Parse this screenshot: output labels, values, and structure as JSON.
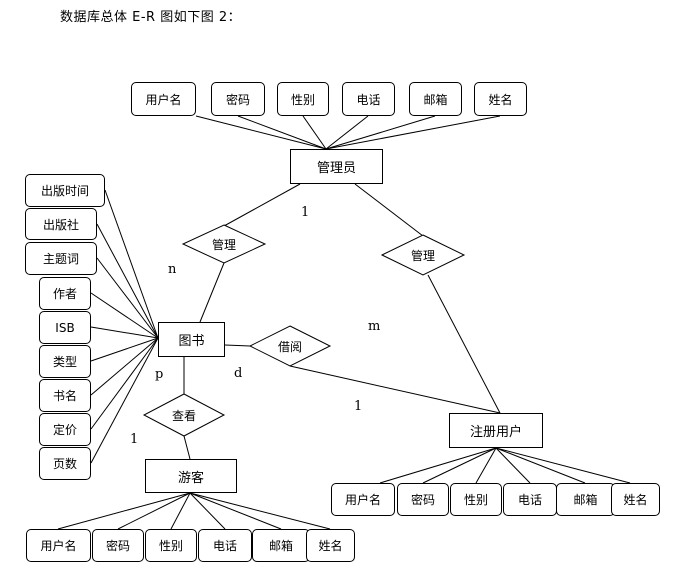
{
  "caption": "数据库总体 E-R 图如下图 2：",
  "entities": {
    "admin": "管理员",
    "book": "图书",
    "visitor": "游客",
    "user": "注册用户"
  },
  "relationships": {
    "manage_book": "管理",
    "manage_user": "管理",
    "borrow": "借阅",
    "view": "查看"
  },
  "admin_attrs": [
    "用户名",
    "密码",
    "性别",
    "电话",
    "邮箱",
    "姓名"
  ],
  "book_attrs": [
    "出版时间",
    "出版社",
    "主题词",
    "作者",
    "ISB",
    "类型",
    "书名",
    "定价",
    "页数"
  ],
  "visitor_attrs": [
    "用户名",
    "密码",
    "性别",
    "电话",
    "邮箱",
    "姓名"
  ],
  "user_attrs": [
    "用户名",
    "密码",
    "性别",
    "电话",
    "邮箱",
    "姓名"
  ],
  "cardinalities": {
    "admin_1": "1",
    "book_n": "n",
    "user_m": "m",
    "book_p": "p",
    "borrow_d": "d",
    "user_1": "1",
    "visitor_1": "1"
  }
}
